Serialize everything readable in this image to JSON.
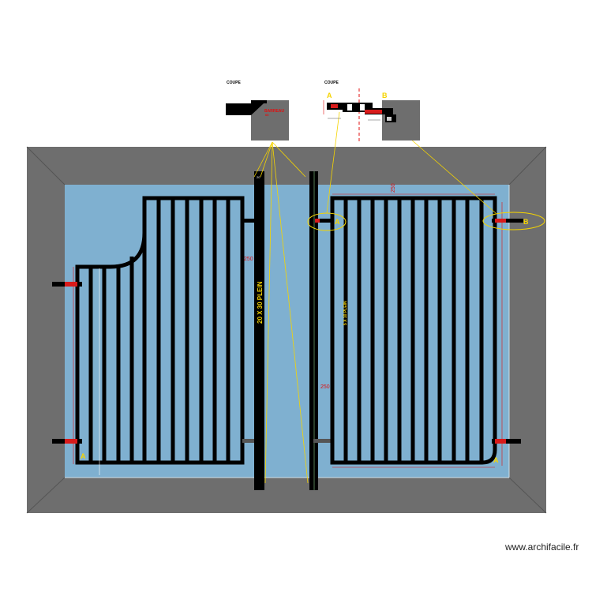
{
  "watermark": "www.archifacile.fr",
  "sections": {
    "left_title": "COUPE",
    "right_title": "COUPE",
    "left_red_label": "BARREAU",
    "left_red_label_2": "60",
    "marker_a": "A",
    "marker_b": "B"
  },
  "dimensions": {
    "left_height": "250",
    "right_height": "250",
    "right_width": "250"
  },
  "post_label": "20 X 30 PLEIN",
  "gate_label": "5 X 10 PLEIN",
  "post_top_label": "20",
  "hinge_labels": {
    "a": "A",
    "b": "B",
    "marker_a_small": "A"
  },
  "colors": {
    "frame": "#6e6e6e",
    "opening": "#7fb0d0",
    "steel": "#000000",
    "hinge": "#d81b1b",
    "annotation": "#f5d400",
    "dimension": "#e01010"
  }
}
